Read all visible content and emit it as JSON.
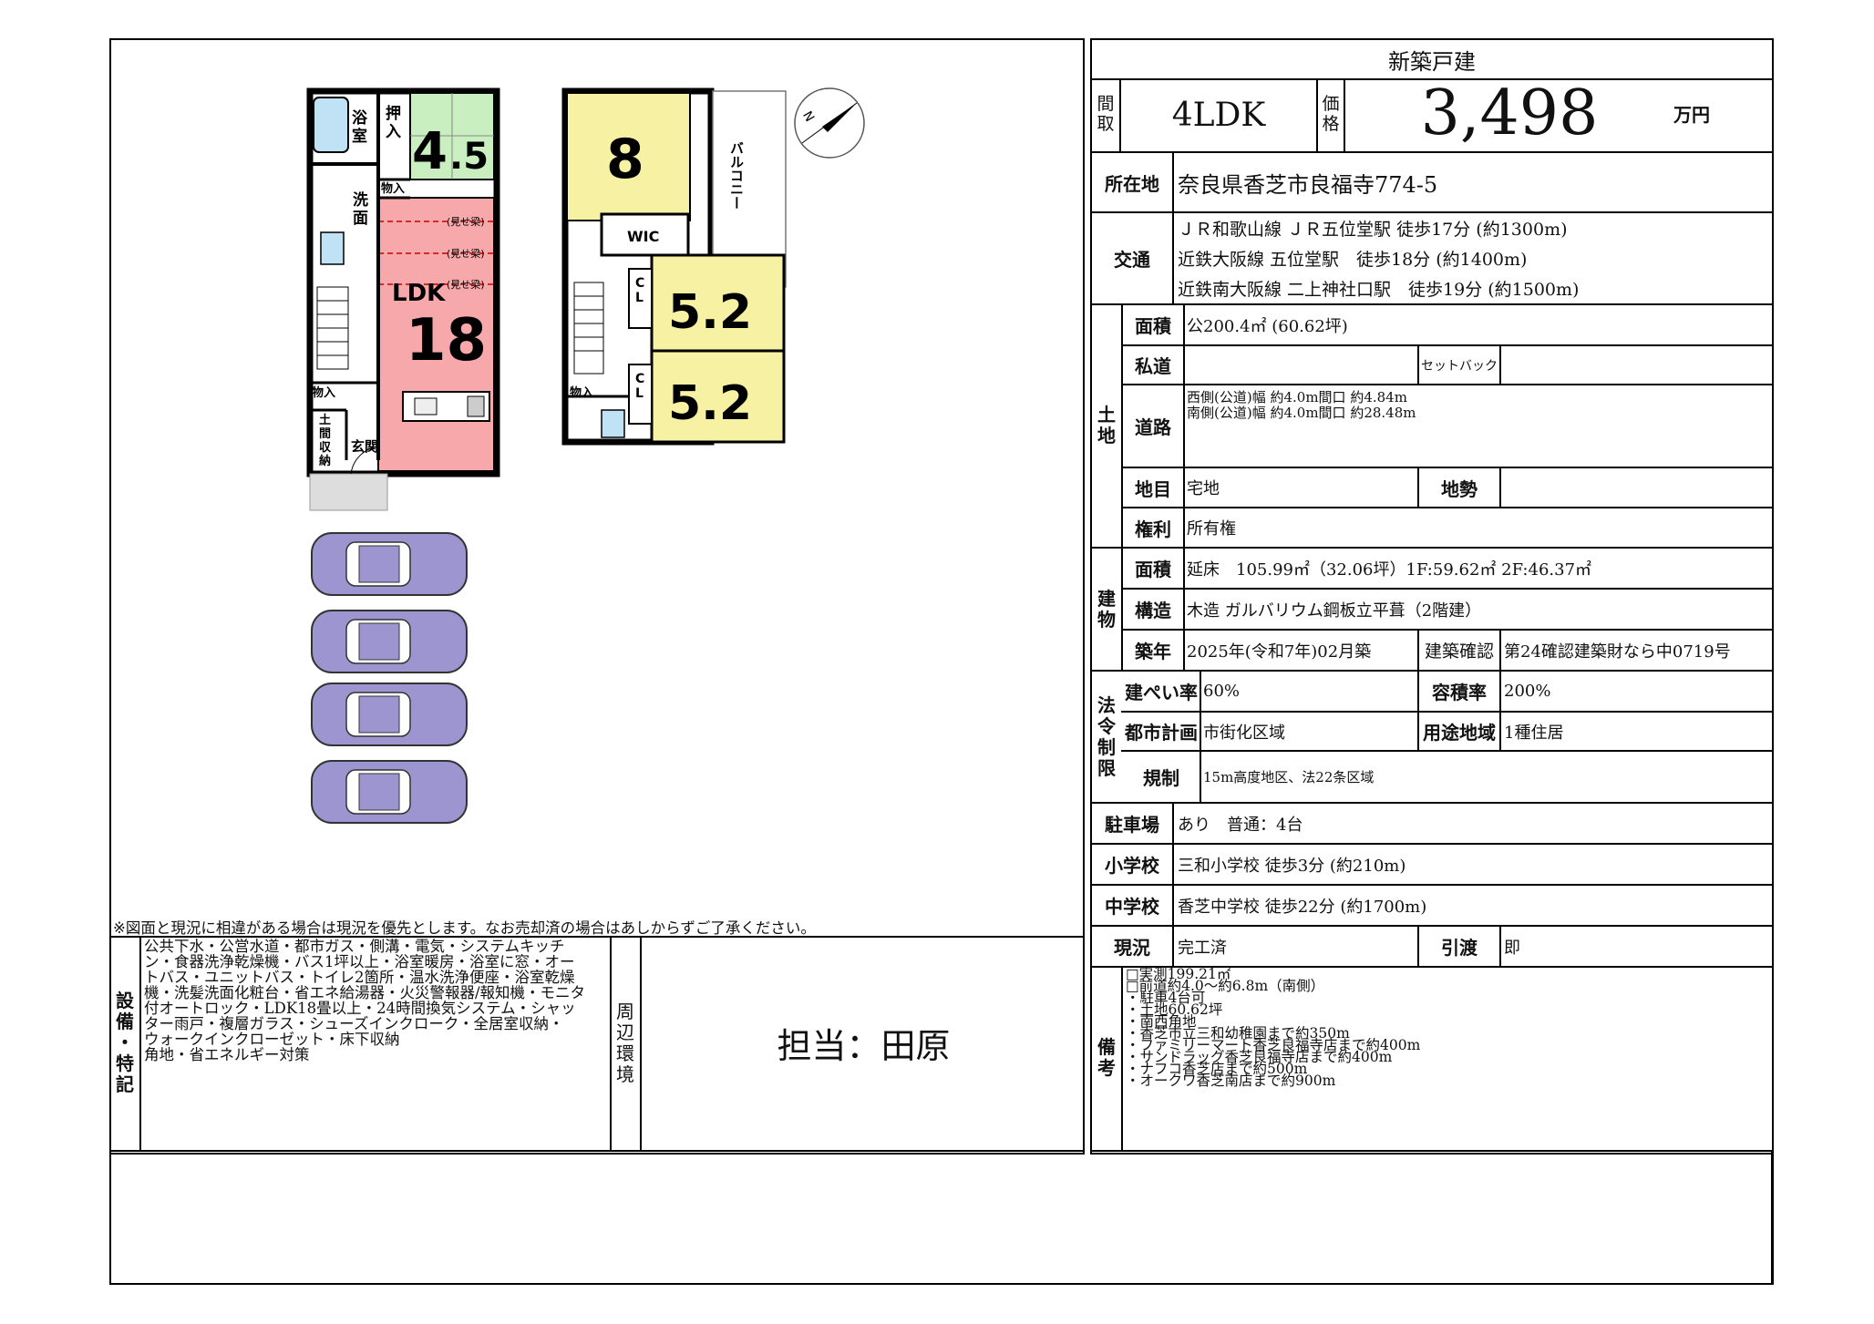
{
  "header": {
    "title": "新築戸建"
  },
  "layout_box": {
    "label_chars": [
      "間",
      "取"
    ],
    "value": "4LDK"
  },
  "price_box": {
    "label_chars": [
      "価",
      "格"
    ],
    "value": "3,498",
    "unit": "万円"
  },
  "location": {
    "label": "所在地",
    "value": "奈良県香芝市良福寺774-5"
  },
  "transport": {
    "label": "交通",
    "lines": [
      "ＪＲ和歌山線 ＪＲ五位堂駅 徒歩17分 (約1300m)",
      "近鉄大阪線 五位堂駅　徒歩18分 (約1400m)",
      "近鉄南大阪線 二上神社口駅　徒歩19分 (約1500m)"
    ]
  },
  "land": {
    "group_chars": [
      "土",
      "地"
    ],
    "area_label": "面積",
    "area_value": "公200.4㎡ (60.62坪)",
    "private_road_label": "私道",
    "private_road_value": "",
    "setback_label": "セットバック",
    "setback_value": "",
    "road_label": "道路",
    "road_lines": [
      "西側(公道)幅 約4.0m間口 約4.84m",
      "南側(公道)幅 約4.0m間口 約28.48m"
    ],
    "category_label": "地目",
    "category_value": "宅地",
    "terrain_label": "地勢",
    "terrain_value": "",
    "rights_label": "権利",
    "rights_value": "所有権"
  },
  "building": {
    "group_chars": [
      "建",
      "物"
    ],
    "area_label": "面積",
    "area_value": "延床　105.99㎡（32.06坪）1F:59.62㎡ 2F:46.37㎡",
    "structure_label": "構造",
    "structure_value": "木造 ガルバリウム鋼板立平葺（2階建）",
    "year_label": "築年",
    "year_value": "2025年(令和7年)02月築",
    "confirm_label": "建築確認",
    "confirm_value": "第24確認建築財なら中0719号"
  },
  "law": {
    "group_chars": [
      "法",
      "令",
      "制",
      "限"
    ],
    "bcr_label": "建ぺい率",
    "bcr_value": "60%",
    "far_label": "容積率",
    "far_value": "200%",
    "city_label": "都市計画",
    "city_value": "市街化区域",
    "zone_label": "用途地域",
    "zone_value": "1種住居",
    "reg_label": "規制",
    "reg_value": "15m高度地区、法22条区域"
  },
  "parking": {
    "label": "駐車場",
    "value": "あり　普通：4台"
  },
  "elementary": {
    "label": "小学校",
    "value": "三和小学校 徒歩3分 (約210m)"
  },
  "junior_high": {
    "label": "中学校",
    "value": "香芝中学校 徒歩22分 (約1700m)"
  },
  "status": {
    "label": "現況",
    "value": "完工済",
    "handover_label": "引渡",
    "handover_value": "即"
  },
  "remarks": {
    "group_chars": [
      "備",
      "考"
    ],
    "lines": [
      "□実測199.21㎡",
      "□前道約4.0～約6.8m（南側）",
      "・駐車4台可",
      "・土地60.62坪",
      "・南西角地",
      "・香芝市立三和幼稚園まで約350m",
      "・ファミリーマート香芝良福寺店まで約400m",
      "・サンドラッグ香芝良福寺店まで約400m",
      "・ナフコ香芝店まで約500m",
      "・オークワ香芝南店まで約900m"
    ]
  },
  "notice": "※図面と現況に相違がある場合は現況を優先とします。なお売却済の場合はあしからずご了承ください。",
  "equipment": {
    "group_chars": [
      "設",
      "備",
      "・",
      "特",
      "記"
    ],
    "lines": [
      "公共下水・公営水道・都市ガス・側溝・電気・システムキッチ",
      "ン・食器洗浄乾燥機・バス1坪以上・浴室暖房・浴室に窓・オー",
      "トバス・ユニットバス・トイレ2箇所・温水洗浄便座・浴室乾燥",
      "機・洗髪洗面化粧台・省エネ給湯器・火災警報器/報知機・モニタ",
      "付オートロック・LDK18畳以上・24時間換気システム・シャッ",
      "ター雨戸・複層ガラス・シューズインクローク・全居室収納・",
      "ウォークインクローゼット・床下収納",
      "角地・省エネルギー対策"
    ]
  },
  "surroundings": {
    "group_chars": [
      "周",
      "辺",
      "環",
      "境"
    ],
    "value": "担当：田原"
  },
  "floorplan": {
    "rooms": {
      "bath": "浴室",
      "closet_push": "押入",
      "tatami_size": "4.5",
      "storage1": "物入",
      "wash": "洗面",
      "ldk_label": "LDK",
      "ldk_size": "18",
      "beam": "(見せ梁)",
      "storage2": "物入",
      "doma": "土間収納",
      "entrance": "玄関",
      "bed8": "8",
      "balcony": "バルコニー",
      "wic": "WIC",
      "cl": "CL",
      "bed52a": "5.2",
      "bed52b": "5.2",
      "storage3": "物入"
    },
    "colors": {
      "tatami": "#c9efc1",
      "ldk": "#f6a8ab",
      "bedroom": "#f7f1a4",
      "car": "#9c95cf"
    },
    "compass": "N"
  }
}
